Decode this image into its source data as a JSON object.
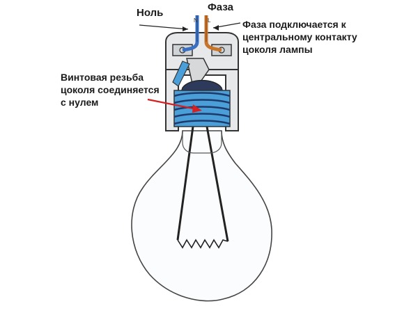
{
  "labels": {
    "neutral": "Ноль",
    "phase": "Фаза",
    "phase_description": "Фаза подключается к центральному контакту цоколя лампы",
    "thread_description": "Винтовая резьба цоколя соединяется с нулем",
    "wire_n": "N",
    "wire_l": "L"
  },
  "colors": {
    "neutral_wire": "#3a6fc2",
    "phase_wire": "#c8742a",
    "thread": "#4a9fd8",
    "arrow": "#d42020",
    "outline": "#333333"
  }
}
